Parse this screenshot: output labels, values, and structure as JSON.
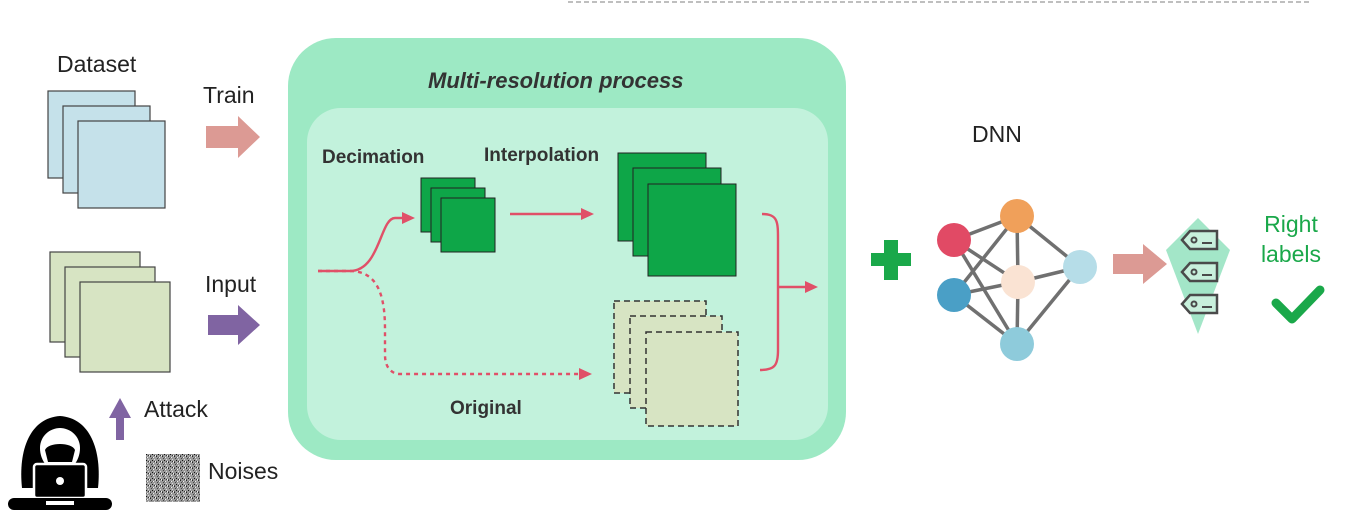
{
  "labels": {
    "dataset": "Dataset",
    "train": "Train",
    "input": "Input",
    "attack": "Attack",
    "noises": "Noises",
    "process_title": "Multi-resolution process",
    "decimation": "Decimation",
    "interpolation": "Interpolation",
    "original": "Original",
    "dnn": "DNN",
    "right_labels_line1": "Right",
    "right_labels_line2": "labels"
  },
  "colors": {
    "outer_panel": "#9de9c4",
    "inner_panel": "#c2f2dc",
    "dataset_card": "#c5e1ea",
    "input_card": "#d7e4c3",
    "decimated_card": "#0ea648",
    "arrow_train": "#dc9a94",
    "arrow_input": "#8064a2",
    "flow_line": "#e05068",
    "plus": "#1aa84a",
    "check": "#1aa84a",
    "dnn_nodes": [
      "#e14a65",
      "#f0a05a",
      "#4a9fc6",
      "#fae3d3",
      "#b6dde8",
      "#8ecbdb"
    ],
    "label_tag": "#a3e6c8"
  },
  "icons": [
    "hacker-icon",
    "noise-image",
    "tag-icon",
    "check-icon",
    "plus-icon"
  ]
}
